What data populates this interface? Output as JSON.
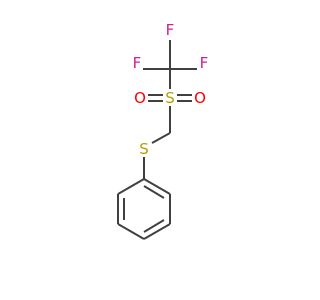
{
  "molecule": {
    "atoms": {
      "f_top": {
        "symbol": "F",
        "color": "#D02090"
      },
      "f_left": {
        "symbol": "F",
        "color": "#D02090"
      },
      "f_right": {
        "symbol": "F",
        "color": "#D02090"
      },
      "o_left": {
        "symbol": "O",
        "color": "#FF0000"
      },
      "s_sulfonyl": {
        "symbol": "S",
        "color": "#B5A000"
      },
      "o_right": {
        "symbol": "O",
        "color": "#FF0000"
      },
      "s_thio": {
        "symbol": "S",
        "color": "#B5A000"
      }
    },
    "bond_color": "#404040"
  }
}
